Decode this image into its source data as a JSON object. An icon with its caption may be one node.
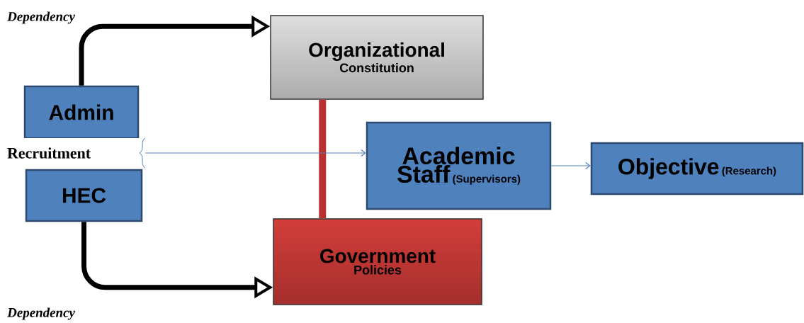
{
  "diagram": {
    "nodes": [
      {
        "text": [
          "Admin"
        ]
      },
      {
        "text": [
          "HEC"
        ]
      },
      {
        "text": [
          "Organizational",
          "Constitution"
        ]
      },
      {
        "text": [
          "Academic Staff",
          "(Supervisors)"
        ]
      },
      {
        "text": [
          "Government",
          "Policies"
        ]
      },
      {
        "text": [
          "Objective",
          "(Research)"
        ]
      },
      {
        "text": [
          "Recruitment"
        ]
      }
    ],
    "edges": [
      {
        "from": 0,
        "to": 2,
        "arrow": "to"
      },
      {
        "from": 1,
        "to": 4,
        "arrow": "to"
      },
      {
        "from": 2,
        "to": 4,
        "arrow": "none",
        "color": "#b83232"
      },
      {
        "from": 6,
        "to": 3,
        "arrow": "to",
        "color": "#4f81bd"
      },
      {
        "from": 3,
        "to": 5,
        "arrow": "to",
        "color": "#4f81bd"
      }
    ],
    "labels": [
      "Dependency",
      "Dependency"
    ]
  }
}
